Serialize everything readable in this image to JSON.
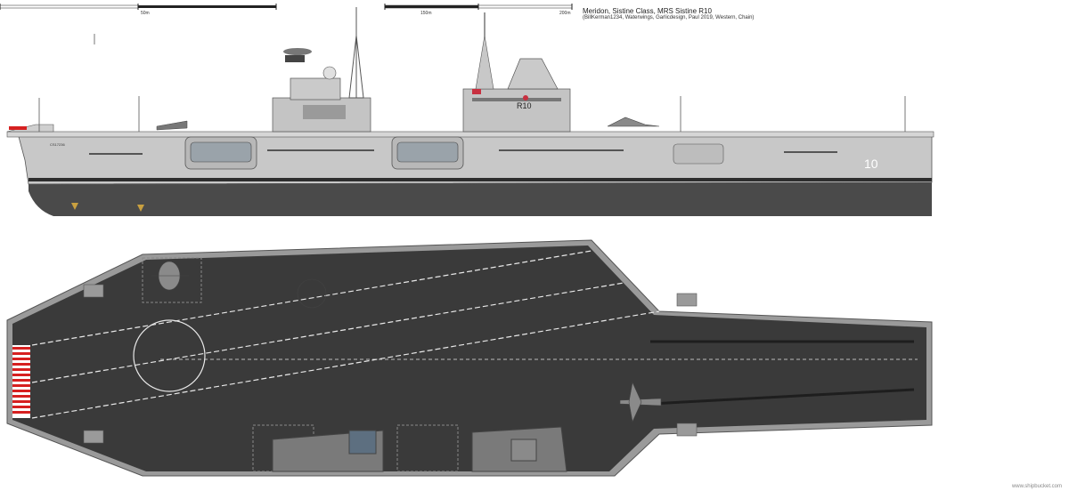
{
  "header": {
    "title": "Meridon, Sistine Class, MRS Sistine R10",
    "credits": "(BillKerman1234, Waterwings, Garlicdesign, Paul 2019, Western, Chain)"
  },
  "scale_bars": {
    "left_mid_label": "50m",
    "right_mid_label": "150m",
    "right_end_label": "200m"
  },
  "side_view": {
    "pennant_number": "10",
    "island_marking": "R10",
    "bow_lettering": "CS17236"
  },
  "watermark": "www.shipbucket.com",
  "colors": {
    "hull_grey": "#c8c8c8",
    "hull_light": "#dcdcdc",
    "below_waterline": "#4a4a4a",
    "deck": "#3a3a3a",
    "deck_edge": "#9a9a9a",
    "lines": "#eeeeee",
    "stripe_red": "#d62020",
    "boat_blue": "#7a8c9a",
    "flag_red": "#c83040"
  }
}
